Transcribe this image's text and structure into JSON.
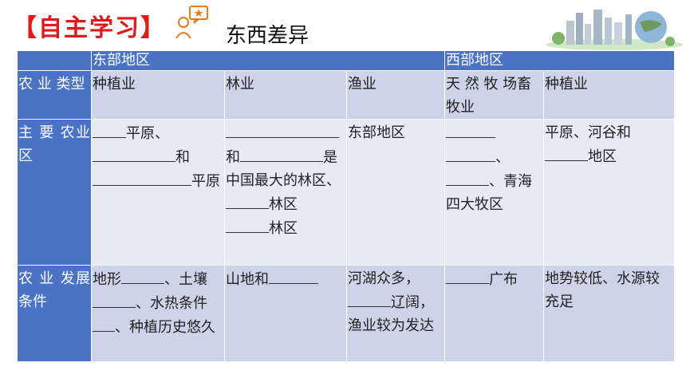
{
  "header": {
    "section_label": "【自主学习】",
    "topic": "东西差异"
  },
  "table": {
    "col_headers": [
      "",
      "东部地区",
      "西部地区"
    ],
    "rows": [
      {
        "label": "农 业 类型",
        "cells": [
          "种植业",
          "林业",
          "渔业",
          "天 然 牧 场畜牧业",
          "种植业"
        ]
      },
      {
        "label": "主 要 农业区",
        "cells": [
          {
            "parts": [
              "平原、",
              "和",
              "平原"
            ]
          },
          {
            "parts": [
              "和",
              "是中国最大的林区、",
              "林区",
              "林区"
            ]
          },
          "东部地区",
          {
            "parts": [
              "、",
              "、青海四大牧区"
            ]
          },
          {
            "parts": [
              "平原、河谷和",
              "地区"
            ]
          }
        ]
      },
      {
        "label": "农 业 发展条件",
        "cells": [
          {
            "parts": [
              "地形",
              "、土壤",
              "、水热条件",
              "、种植历史悠久"
            ]
          },
          {
            "parts": [
              "山地和"
            ]
          },
          {
            "parts": [
              "河湖众多，",
              "辽阔，渔业较为发达"
            ]
          },
          {
            "parts": [
              "广布"
            ]
          },
          "地势较低、水源较充足"
        ]
      }
    ]
  }
}
